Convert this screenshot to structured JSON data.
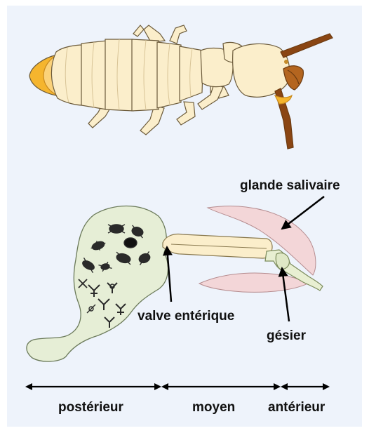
{
  "diagram": {
    "labels": {
      "salivary_gland": "glande salivaire",
      "enteric_valve": "valve entérique",
      "gizzard": "gésier",
      "posterior": "postérieur",
      "middle": "moyen",
      "anterior": "antérieur"
    },
    "colors": {
      "background": "#eef3fb",
      "body": "#fbeecb",
      "abdomen_tip": "#f5b52e",
      "antenna": "#8a4513",
      "hindgut": "#e6eed6",
      "midgut": "#fbeecb",
      "foregut": "#e8efd2",
      "gland": "#f3d6d8",
      "protist_mark": "#222222"
    }
  }
}
